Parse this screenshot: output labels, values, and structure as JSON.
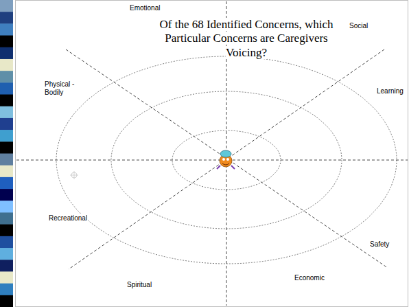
{
  "diagram": {
    "title": "Of the 68 Identified Concerns, which Particular Concerns are Caregivers Voicing?",
    "labels": [
      "Emotional",
      "Social",
      "Physical - Bodily",
      "Learning",
      "Recreational",
      "Safety",
      "Economic",
      "Spiritual"
    ]
  }
}
